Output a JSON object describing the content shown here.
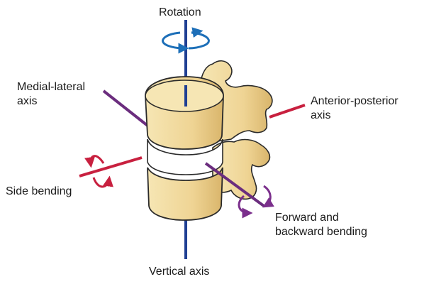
{
  "labels": {
    "rotation": "Rotation",
    "medial_lateral_1": "Medial-lateral",
    "medial_lateral_2": "axis",
    "anterior_posterior_1": "Anterior-posterior",
    "anterior_posterior_2": "axis",
    "side_bending": "Side bending",
    "forward_1": "Forward and",
    "forward_2": "backward bending",
    "vertical_axis": "Vertical axis"
  },
  "colors": {
    "vertical_axis": "#1f3f93",
    "anterior_posterior_axis": "#c8203f",
    "medial_lateral_axis": "#6b2d7e",
    "rotation_arrow": "#1d6fb8",
    "side_bending_arrow": "#c8203f",
    "forward_bending_arrow": "#7b2f8c",
    "bone_fill": "#f3dfa4",
    "bone_shadow": "#d9b56b",
    "bone_outline": "#2a2a2a",
    "disc": "#ffffff"
  }
}
